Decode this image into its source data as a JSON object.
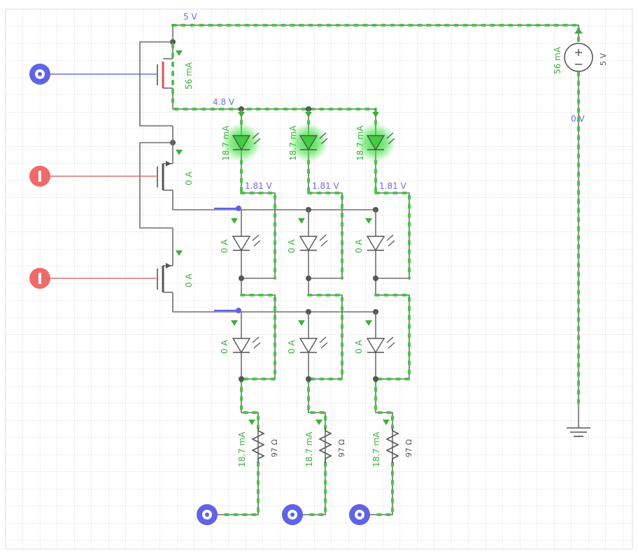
{
  "supply": {
    "rail_voltage": "5 V",
    "source_label": "5 V",
    "source_current": "56 mA",
    "ground_voltage": "0 V"
  },
  "top_transistor": {
    "current": "56 mA",
    "drain_voltage": "4.8 V"
  },
  "row_transistors": [
    {
      "current": "0 A"
    },
    {
      "current": "0 A"
    }
  ],
  "lit_leds": [
    {
      "current": "18.7 mA"
    },
    {
      "current": "18.7 mA"
    },
    {
      "current": "18.7 mA"
    }
  ],
  "node_voltages": [
    "1.81 V",
    "1.81 V",
    "1.81 V"
  ],
  "dark_leds_row1": [
    {
      "current": "0 A"
    },
    {
      "current": "0 A"
    },
    {
      "current": "0 A"
    }
  ],
  "dark_leds_row2": [
    {
      "current": "0 A"
    },
    {
      "current": "0 A"
    },
    {
      "current": "0 A"
    }
  ],
  "resistors": [
    {
      "value": "97 Ω",
      "current": "18.7 mA"
    },
    {
      "value": "97 Ω",
      "current": "18.7 mA"
    },
    {
      "value": "97 Ω",
      "current": "18.7 mA"
    }
  ],
  "colors": {
    "wire": "#6e6e6e",
    "current_flow": "#4cc24c",
    "input_high": "#5f63e6",
    "input_low": "#ef6b6b",
    "led_glow": "#3fe03f"
  }
}
